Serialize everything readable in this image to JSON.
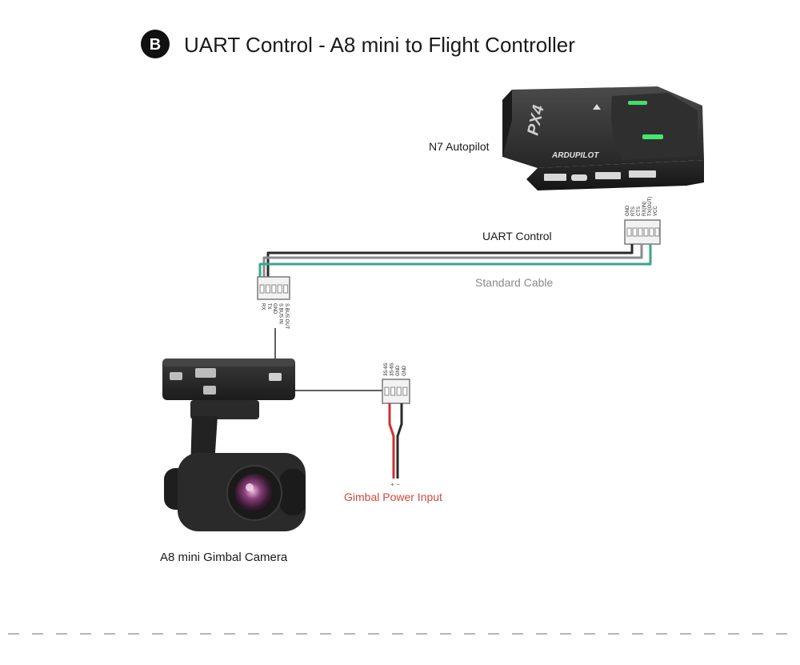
{
  "header": {
    "badge": "B",
    "title": "UART Control - A8 mini to Flight Controller"
  },
  "autopilot": {
    "label": "N7 Autopilot",
    "brand_text": "ARDUPILOT",
    "model_text": "PX4",
    "top_pins": [
      "GND",
      "RTS",
      "CTS",
      "RX(IN)",
      "TX(OUT)",
      "VCC"
    ]
  },
  "cables": {
    "uart_label": "UART Control",
    "standard_label": "Standard Cable"
  },
  "gimbal_uart_pins": [
    "S.BUS OUT",
    "S.BUS IN",
    "GND",
    "TX",
    "RX"
  ],
  "power": {
    "label": "Gimbal Power Input",
    "pins": [
      "3S-6S",
      "3S-6S",
      "GND",
      "GND"
    ],
    "polarity": "+ −"
  },
  "camera": {
    "label": "A8 mini Gimbal Camera"
  },
  "colors": {
    "wire_black": "#2a2a2a",
    "wire_grey": "#8a8d90",
    "wire_teal": "#3aa58b",
    "wire_red": "#d32f2f",
    "power_label": "#d04a3c",
    "standard_label": "#8a8a8a",
    "dash": "#b5b5b5"
  }
}
